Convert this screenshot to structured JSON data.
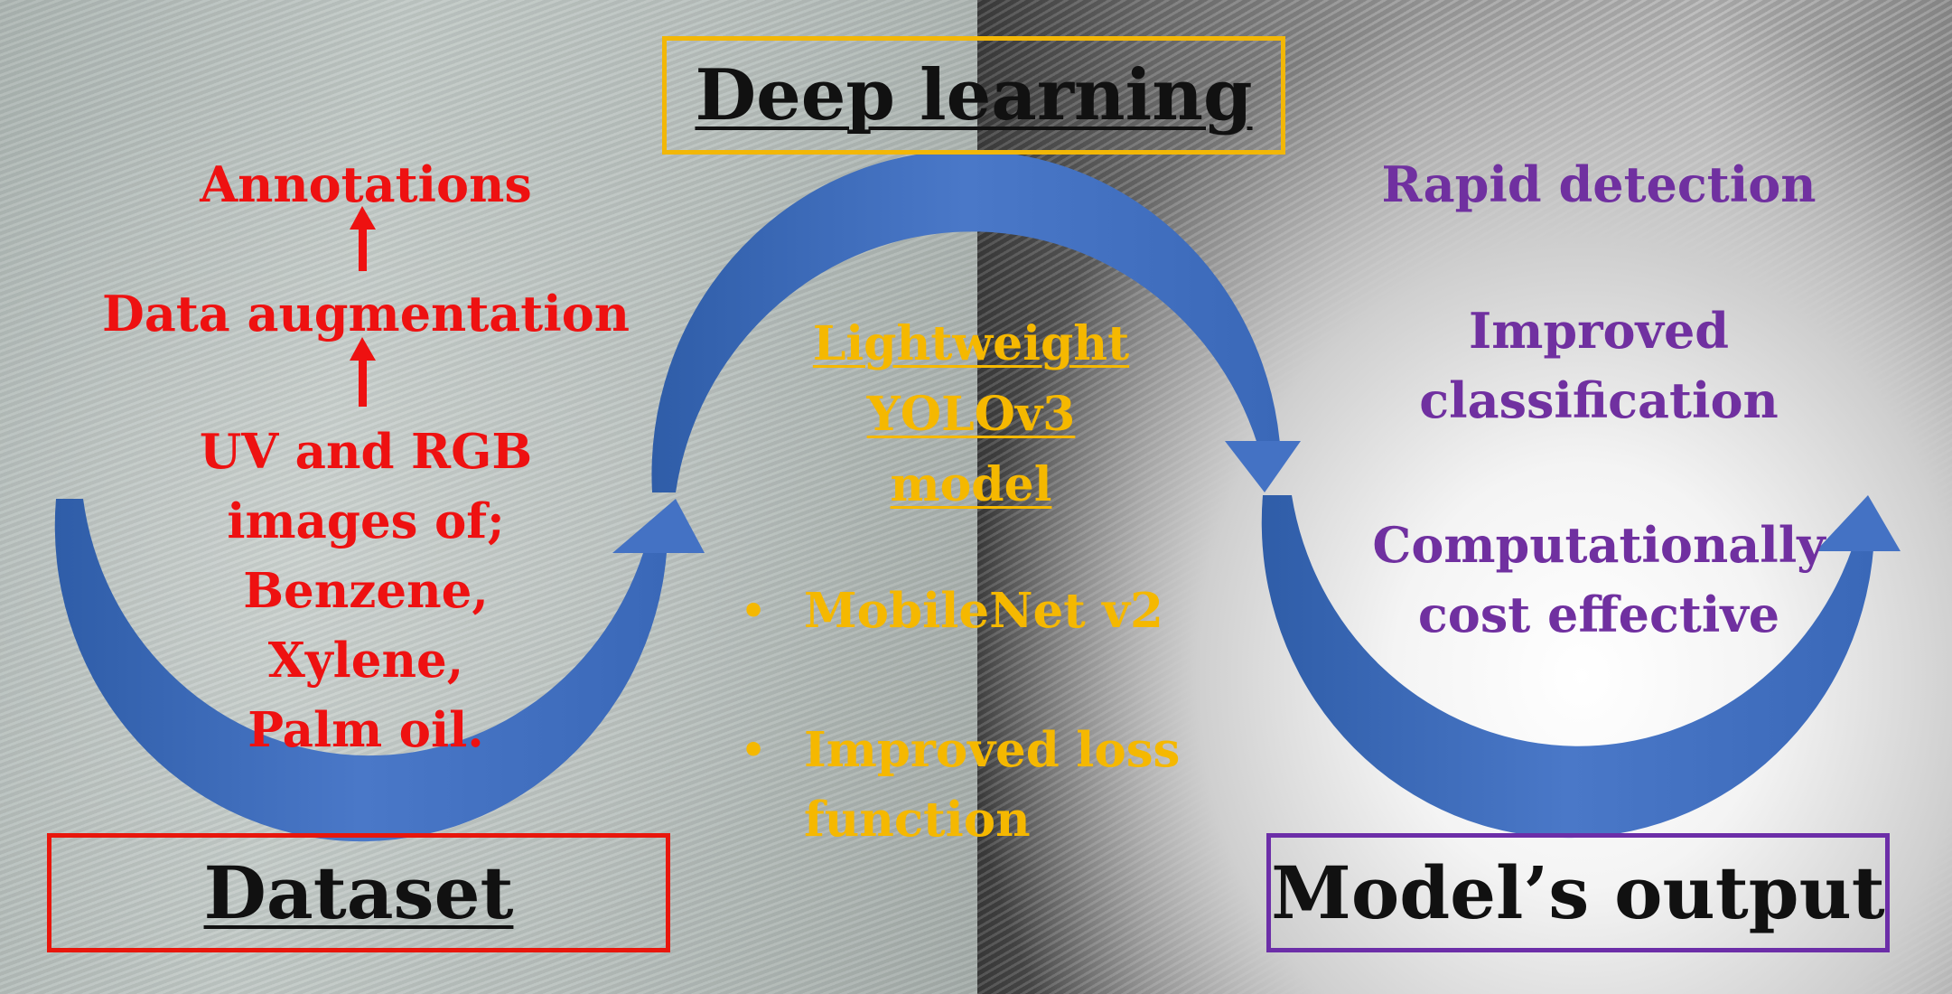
{
  "titles": {
    "deep_learning": "Deep learning",
    "dataset": "Dataset",
    "model_output": "Model’s output"
  },
  "dataset": {
    "annotations": "Annotations",
    "augmentation": "Data augmentation",
    "images_lines": [
      "UV and RGB",
      "images of;",
      "Benzene,",
      "Xylene,",
      "Palm oil."
    ]
  },
  "model": {
    "name_lines": [
      "Lightweight",
      "YOLOv3",
      "model"
    ],
    "bullets": [
      {
        "symbol": "•",
        "lines": [
          "MobileNet v2"
        ]
      },
      {
        "symbol": "•",
        "lines": [
          "Improved loss",
          "function"
        ]
      }
    ]
  },
  "output": {
    "rapid": "Rapid detection",
    "classification_lines": [
      "Improved",
      "classification"
    ],
    "cost_lines": [
      "Computationally",
      "cost effective"
    ]
  },
  "colors": {
    "dataset": "#ee1111",
    "model": "#f5b800",
    "output": "#7030a0",
    "flow_arrow": "#4472c4",
    "deep_learning_border": "#f2b707",
    "dataset_border": "#e8160c",
    "output_border": "#6c2ea8"
  }
}
